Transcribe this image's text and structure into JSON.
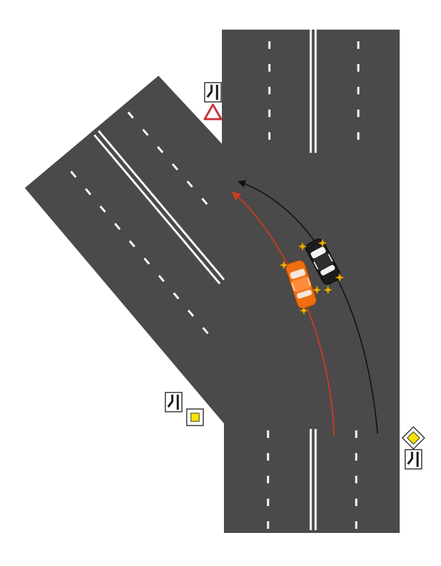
{
  "scene": {
    "background": "#ffffff",
    "road_color": "#4a4a4a",
    "marking_color": "#ffffff",
    "path_red_color": "#d23a1e",
    "path_black_color": "#111111",
    "red_car_color": "#f06d12",
    "black_car_color": "#1c1c1c",
    "warning_triangle_color": "#c8323a",
    "main_road_sign_color": "#f7e400",
    "sign_border_color": "#333333"
  },
  "signs": [
    {
      "name": "yield-sign",
      "icon": "warning-triangle-icon"
    },
    {
      "name": "main-road-sign-bottom-right",
      "icon": "yellow-diamond-icon"
    },
    {
      "name": "main-road-sign-bottom-left",
      "icon": "yellow-square-icon"
    },
    {
      "name": "road-shape-plate",
      "icon": "road-direction-plate-icon"
    }
  ],
  "vehicles": [
    {
      "name": "red-car",
      "icon": "car-icon",
      "state": "turn-signals-on"
    },
    {
      "name": "black-car",
      "icon": "car-icon",
      "state": "turn-signals-on"
    }
  ]
}
